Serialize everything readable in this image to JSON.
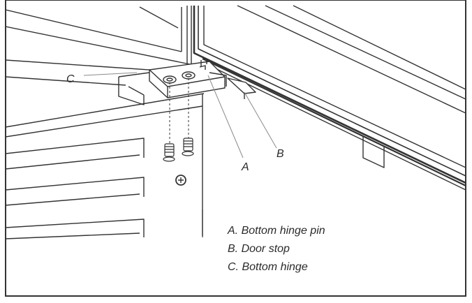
{
  "figure": {
    "callouts": {
      "a": "A",
      "b": "B",
      "c": "C"
    },
    "legend": [
      "A. Bottom hinge pin",
      "B. Door stop",
      "C. Bottom hinge"
    ]
  }
}
